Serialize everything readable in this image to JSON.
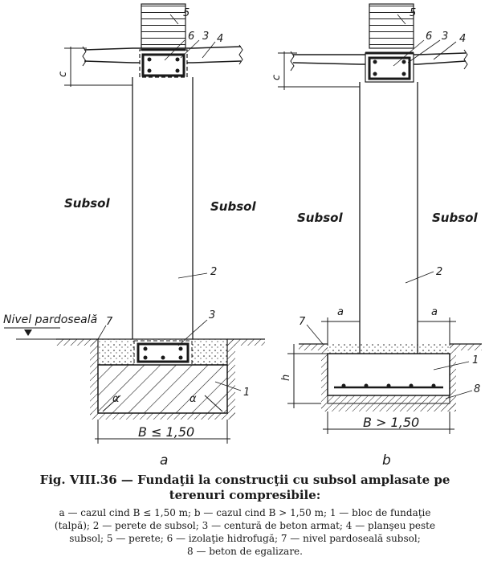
{
  "figure": {
    "subfig_a": {
      "label": "a",
      "subsol_left": "Subsol",
      "subsol_right": "Subsol",
      "nivel_label": "Nivel pardoseală",
      "width_label": "B ≤ 1,50",
      "c_label": "c",
      "alpha_label": "α",
      "numbers": {
        "n1": "1",
        "n2": "2",
        "n3_top": "3",
        "n3_bottom": "3",
        "n4": "4",
        "n5": "5",
        "n6": "6",
        "n7": "7"
      }
    },
    "subfig_b": {
      "label": "b",
      "subsol_left": "Subsol",
      "subsol_right": "Subsol",
      "width_label": "B > 1,50",
      "c_label": "c",
      "h_label": "h",
      "a_label": "a",
      "numbers": {
        "n1": "1",
        "n2": "2",
        "n3": "3",
        "n4": "4",
        "n5": "5",
        "n6": "6",
        "n7": "7",
        "n8": "8"
      }
    }
  },
  "caption": {
    "title_line1": "Fig. VIII.36 — Fundaţii la construcţii cu subsol amplasate pe",
    "title_line2": "terenuri compresibile:",
    "legend_line1": "a — cazul cind B ≤ 1,50 m; b — cazul cind B > 1,50 m; 1 — bloc de fundaţie",
    "legend_line2": "(talpă); 2 — perete de subsol; 3 — centură de beton armat; 4 — planşeu peste",
    "legend_line3": "subsol; 5 — perete; 6 — izolaţie hidrofugă; 7 — nivel pardoseală subsol;",
    "legend_line4": "8 — beton de egalizare."
  }
}
